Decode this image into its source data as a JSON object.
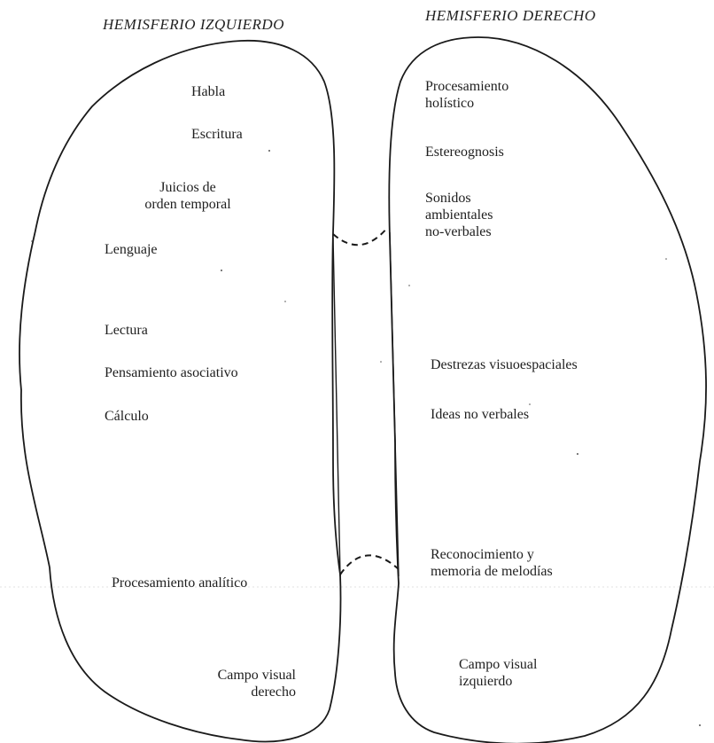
{
  "headers": {
    "left": "HEMISFERIO IZQUIERDO",
    "right": "HEMISFERIO DERECHO"
  },
  "left_labels": {
    "habla": "Habla",
    "escritura": "Escritura",
    "juicios": "Juicios de\norden temporal",
    "lenguaje": "Lenguaje",
    "lectura": "Lectura",
    "pensamiento": "Pensamiento asociativo",
    "calculo": "Cálculo",
    "procesamiento": "Procesamiento analítico",
    "campo": "Campo visual\nderecho"
  },
  "right_labels": {
    "procesamiento": "Procesamiento\nholístico",
    "estereognosis": "Estereognosis",
    "sonidos": "Sonidos\nambientales\nno-verbales",
    "destrezas": "Destrezas visuoespaciales",
    "ideas": "Ideas no verbales",
    "reconocimiento": "Reconocimiento y\nmemoria de melodías",
    "campo": "Campo visual\nizquierdo"
  },
  "colors": {
    "outline": "#1a1a1a",
    "text": "#1e1e1e"
  }
}
